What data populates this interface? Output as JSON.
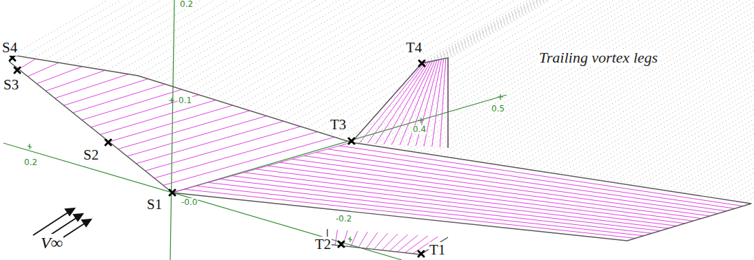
{
  "diagram": {
    "labels": [
      "S4",
      "S3",
      "S2",
      "S1",
      "T4",
      "T3",
      "T2",
      "T1",
      "Trailing vortex legs",
      "V∞",
      "0.2",
      "0.1",
      "0.2",
      "-0.0",
      "-0.2",
      "0.4",
      "0.5"
    ]
  }
}
